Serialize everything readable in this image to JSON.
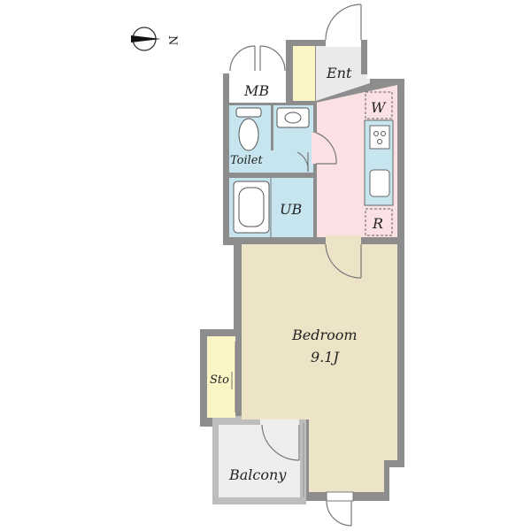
{
  "compass": {
    "label": "N"
  },
  "rooms": {
    "mb": "MB",
    "entrance": "Ent",
    "washer": "W",
    "toilet": "Toilet",
    "unit_bath": "UB",
    "refrigerator": "R",
    "bedroom": "Bedroom",
    "bedroom_size": "9.1J",
    "storage": "Sto",
    "balcony": "Balcony"
  },
  "colors": {
    "wall": "#8d8d8d",
    "bedroom": "#ede3c6",
    "kitchen": "#fbe0e4",
    "wet_area": "#c7e5ef",
    "storage": "#fbf4c4",
    "balcony": "#eeeeee"
  }
}
